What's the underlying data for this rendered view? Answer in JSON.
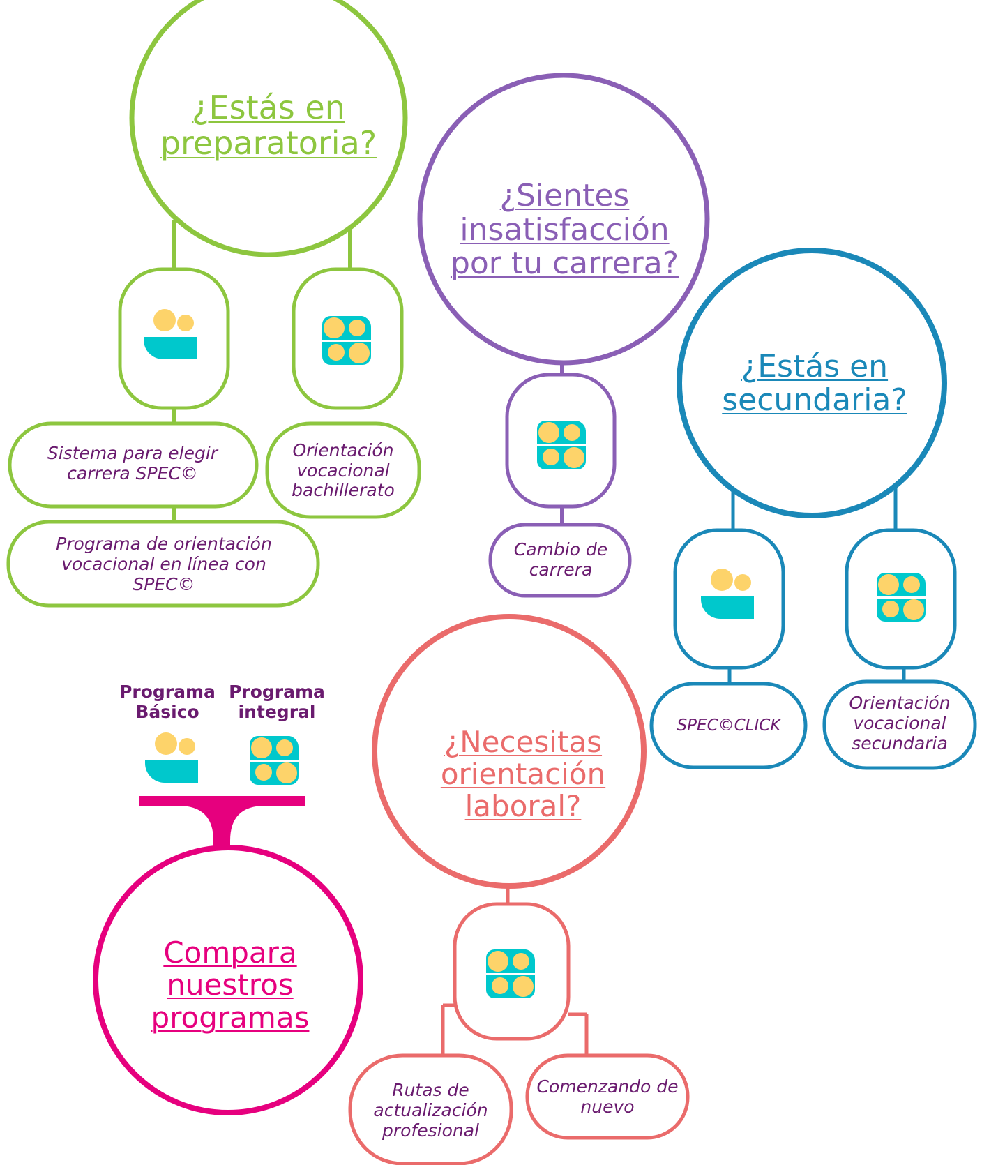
{
  "colors": {
    "green": "#8dc63f",
    "purple": "#8a5fb5",
    "blue": "#1a88b8",
    "coral": "#ea6b6b",
    "magenta": "#e6007e",
    "text": "#6a1b6f",
    "cyan": "#00c8cc",
    "yellow": "#fdd36a"
  },
  "icons": [
    "basic-program-icon",
    "integral-program-icon"
  ],
  "sections": {
    "preparatoria": {
      "title": "¿Estás en preparatoria?",
      "items": [
        "Sistema para elegir carrera SPEC©",
        "Orientación vocacional bachillerato",
        "Programa de orientación vocacional en línea con SPEC©"
      ]
    },
    "carrera": {
      "title": "¿Sientes insatisfacción por tu carrera?",
      "items": [
        "Cambio de carrera"
      ]
    },
    "secundaria": {
      "title": "¿Estás en secundaria?",
      "items": [
        "SPEC©CLICK",
        "Orientación vocacional secundaria"
      ]
    },
    "laboral": {
      "title": "¿Necesitas orientación laboral?",
      "items": [
        "Rutas de actualización profesional",
        "Comenzando de nuevo"
      ]
    },
    "compara": {
      "title": "Compara nuestros programas",
      "labels": [
        "Programa Básico",
        "Programa integral"
      ]
    }
  }
}
